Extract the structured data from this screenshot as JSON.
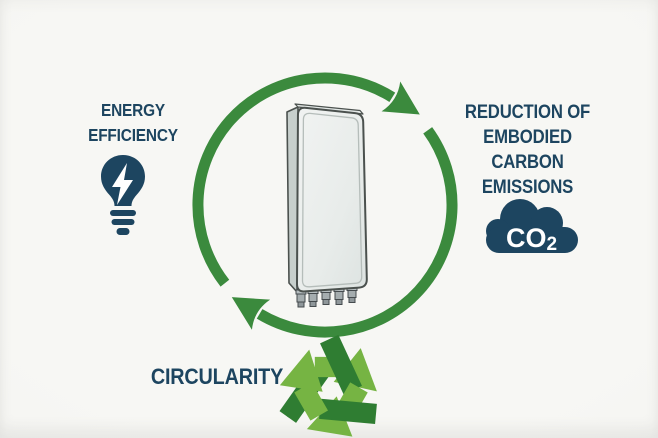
{
  "diagram": {
    "title_present": false,
    "colors": {
      "navy": "#1d4560",
      "green": "#3b8a3d",
      "recycle_dark": "#2f7d32",
      "recycle_light": "#76b443",
      "bg": "#f5f5f2"
    },
    "cycle": {
      "description": "clockwise-loop-arrows",
      "arrow_count": 2
    },
    "center": {
      "item": "telecom-antenna-unit"
    },
    "nodes": {
      "energy": {
        "label": "ENERGY\nEFFICIENCY",
        "icon": "lightbulb-bolt-icon"
      },
      "carbon": {
        "label": "REDUCTION OF\nEMBODIED\nCARBON\nEMISSIONS",
        "icon": "co2-cloud-icon",
        "co2_main": "CO",
        "co2_sub": "2"
      },
      "circularity": {
        "label": "CIRCULARITY",
        "icon": "recycle-icon"
      }
    }
  }
}
